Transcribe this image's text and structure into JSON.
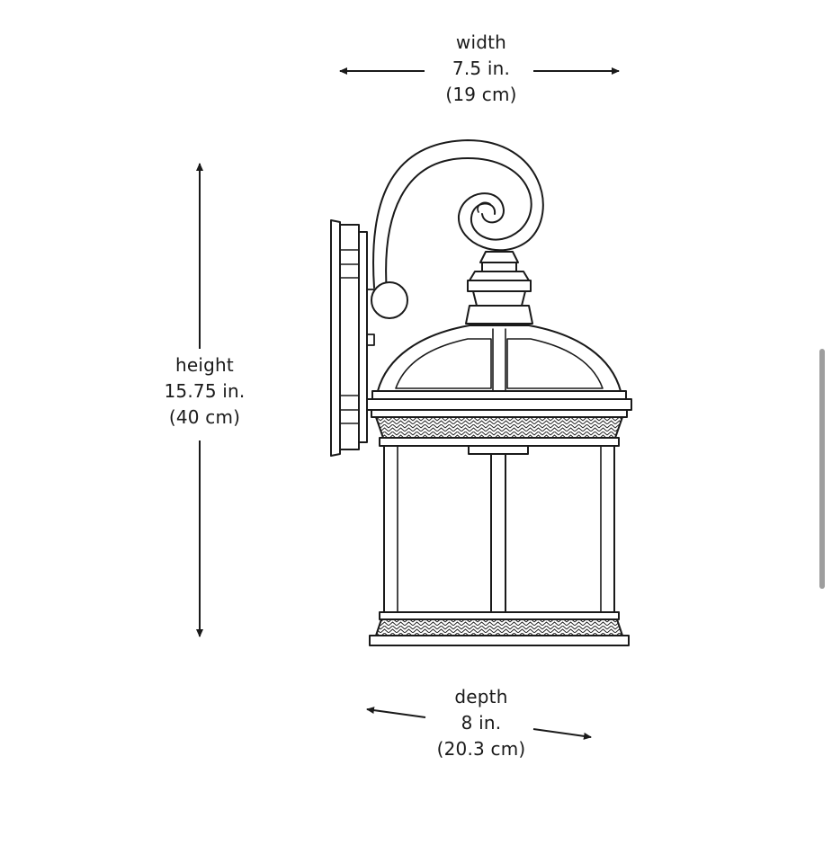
{
  "dimensions": {
    "width": {
      "name": "width",
      "imperial": "7.5 in.",
      "metric": "(19 cm)"
    },
    "height": {
      "name": "height",
      "imperial": "15.75 in.",
      "metric": "(40 cm)"
    },
    "depth": {
      "name": "depth",
      "imperial": "8 in.",
      "metric": "(20.3 cm)"
    }
  },
  "colors": {
    "line": "#1a1a1a",
    "background": "#ffffff",
    "scrollbar": "#9e9e9e"
  },
  "icons": {
    "product": "wall-lantern-illustration",
    "arrows": "dimension-arrow-icon"
  }
}
